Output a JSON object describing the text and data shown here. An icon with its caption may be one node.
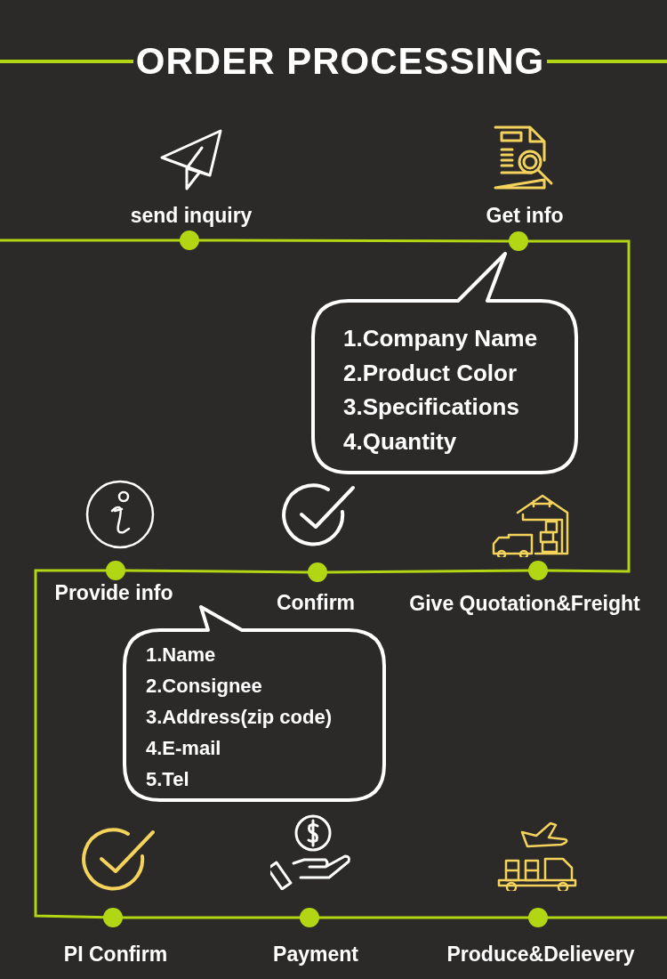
{
  "diagram": {
    "title": "ORDER PROCESSING",
    "nodes": [
      {
        "text": [],
        "shape": "circle",
        "beside": [
          "send inquiry"
        ]
      },
      {
        "text": [],
        "shape": "circle",
        "beside": [
          "Get info"
        ]
      },
      {
        "text": [],
        "shape": "circle",
        "beside": [
          "Provide info"
        ]
      },
      {
        "text": [],
        "shape": "circle",
        "beside": [
          "Confirm"
        ]
      },
      {
        "text": [],
        "shape": "circle",
        "beside": [
          "Give Quotation&Freight"
        ]
      },
      {
        "text": [],
        "shape": "circle",
        "beside": [
          "PI Confirm"
        ]
      },
      {
        "text": [],
        "shape": "circle",
        "beside": [
          "Payment"
        ]
      },
      {
        "text": [],
        "shape": "circle",
        "beside": [
          "Produce&Delievery"
        ]
      },
      {
        "text": [
          "1.Company Name",
          "2.Product Color",
          "3.Specifications",
          "4.Quantity"
        ]
      },
      {
        "text": [
          "1.Name",
          "2.Consignee",
          "3.Address(zip code)",
          "4.E-mail",
          "5.Tel"
        ]
      }
    ],
    "edges": [
      {
        "from": null,
        "to": 0,
        "arrow": "none"
      },
      {
        "from": 0,
        "to": 1,
        "arrow": "none"
      },
      {
        "from": 1,
        "to": 4,
        "arrow": "none"
      },
      {
        "from": 4,
        "to": 3,
        "arrow": "none"
      },
      {
        "from": 3,
        "to": 2,
        "arrow": "none"
      },
      {
        "from": 2,
        "to": 5,
        "arrow": "none"
      },
      {
        "from": 5,
        "to": 6,
        "arrow": "none"
      },
      {
        "from": 6,
        "to": 7,
        "arrow": "none"
      },
      {
        "from": 7,
        "to": null,
        "arrow": "none"
      }
    ]
  }
}
